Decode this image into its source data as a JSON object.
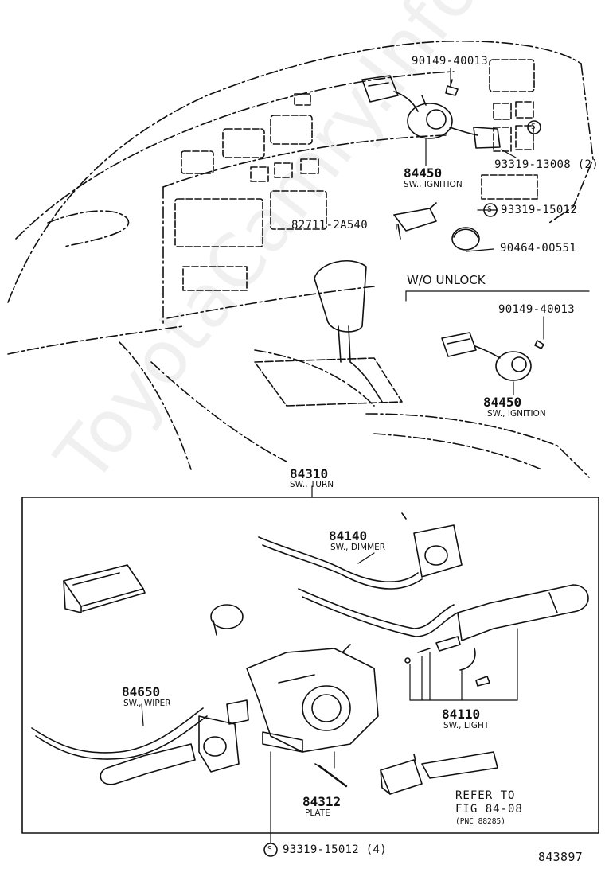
{
  "watermark": "ToyotaCamry.Info",
  "figure_number": "843897",
  "section_label": "W/O UNLOCK",
  "parts": {
    "p90149_top": "90149-40013",
    "p84450_top": "84450",
    "p84450_top_desc": "SW., IGNITION",
    "p93319_13008": "93319-13008 (2)",
    "p82711": "82711-2A540",
    "p93319_15012": "93319-15012",
    "p90464": "90464-00551",
    "p90149_unlock": "90149-40013",
    "p84450_unlock": "84450",
    "p84450_unlock_desc": "SW., IGNITION",
    "p84310": "84310",
    "p84310_desc": "SW., TURN",
    "p84140": "84140",
    "p84140_desc": "SW., DIMMER",
    "p84650": "84650",
    "p84650_desc": "SW., WIPER",
    "p84110": "84110",
    "p84110_desc": "SW., LIGHT",
    "p84312": "84312",
    "p84312_desc": "PLATE",
    "p93319_bottom": "93319-15012 (4)"
  },
  "reference": {
    "line1": "REFER TO",
    "line2": "FIG 84-08",
    "line3": "(PNC 88285)"
  },
  "screw_symbol": "S"
}
